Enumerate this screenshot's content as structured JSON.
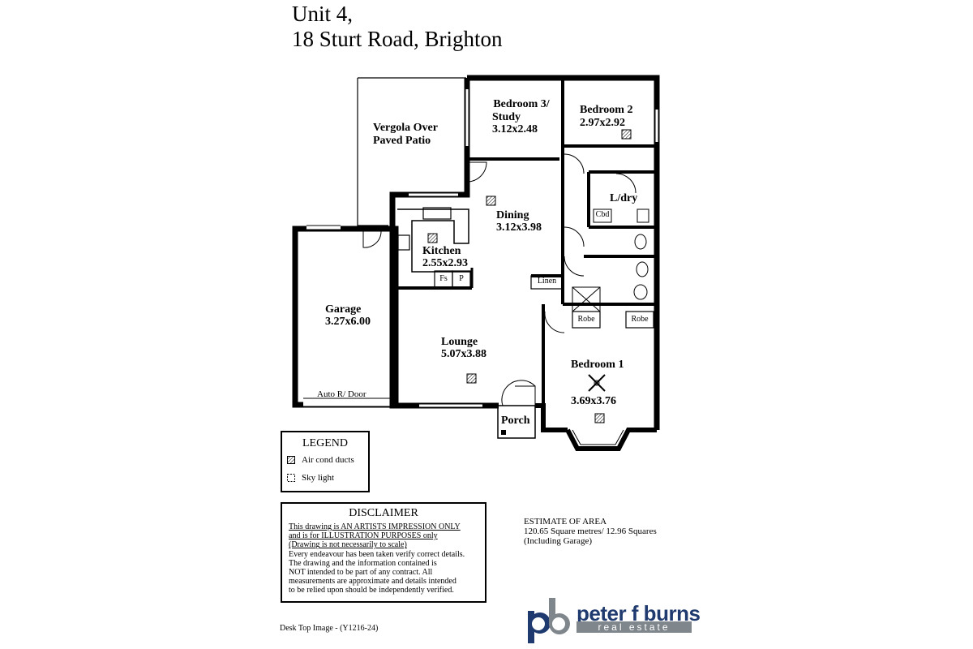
{
  "header": {
    "line1": "Unit 4,",
    "line2": "18 Sturt Road, Brighton"
  },
  "rooms": {
    "vergola": "Vergola Over\nPaved Patio",
    "bedroom3_name": "Bedroom 3/",
    "bedroom3_name2": "Study",
    "bedroom3_size": "3.12x2.48",
    "bedroom2_name": "Bedroom 2",
    "bedroom2_size": "2.97x2.92",
    "laundry": "L/dry",
    "cbd": "Cbd",
    "dining_name": "Dining",
    "dining_size": "3.12x3.98",
    "kitchen_name": "Kitchen",
    "kitchen_size": "2.55x2.93",
    "fs": "Fs",
    "p": "P",
    "linen": "Linen",
    "garage_name": "Garage",
    "garage_size": "3.27x6.00",
    "garage_door": "Auto R/ Door",
    "lounge_name": "Lounge",
    "lounge_size": "5.07x3.88",
    "robe1": "Robe",
    "robe2": "Robe",
    "bedroom1_name": "Bedroom 1",
    "bedroom1_size": "3.69x3.76",
    "porch": "Porch"
  },
  "legend": {
    "title": "LEGEND",
    "air": "Air cond ducts",
    "sky": "Sky light"
  },
  "disclaimer": {
    "title": "DISCLAIMER",
    "l1": "This drawing is AN ARTISTS IMPRESSION ONLY",
    "l2": "and is for ILLUSTRATION PURPOSES only",
    "l3": "(Drawing is not necessarily to scale)",
    "l4": "Every endeavour has been taken verify correct details.",
    "l5": "The drawing and the information contained is",
    "l6": "NOT intended to be part of any contract.  All",
    "l7": "measurements are approximate and details intended",
    "l8": "to be relied upon should be independently verified."
  },
  "area": {
    "l1": "ESTIMATE OF AREA",
    "l2": "120.65 Square metres/  12.96 Squares",
    "l3": "(Including Garage)"
  },
  "footer": "Desk Top Image - (Y1216-24)",
  "logo": {
    "mark": "pb",
    "name": "peter f burns",
    "sub": "real estate",
    "color": "#1f3a6e",
    "sub_bg": "#7f868c"
  }
}
